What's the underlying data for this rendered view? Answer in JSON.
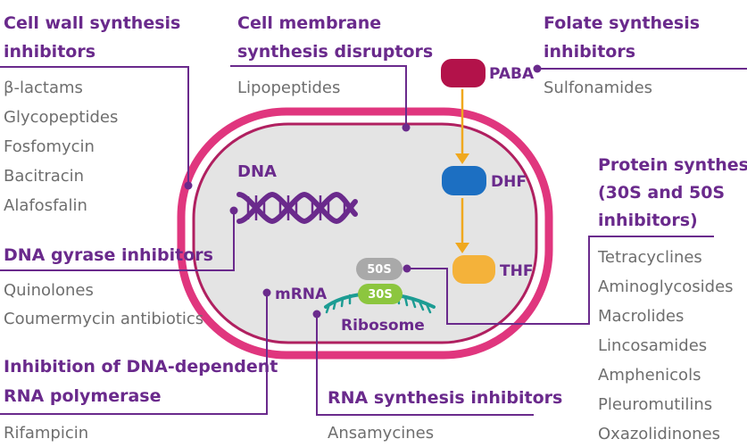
{
  "colors": {
    "purple": "#6a2a8c",
    "gray_text": "#6e6e6e",
    "membrane_outer": "#e0367e",
    "membrane_inner": "#b02060",
    "cytoplasm": "#e4e4e4",
    "paba": "#b3124a",
    "dhf": "#1c6fc2",
    "thf": "#f4b23a",
    "arrow": "#f0a81e",
    "sub50s": "#a9a9a9",
    "sub30s": "#8cc63f",
    "ribosome_teal": "#1c9c93"
  },
  "panels": {
    "cell_wall": {
      "title": [
        "Cell wall synthesis",
        "inhibitors"
      ],
      "items": [
        "β-lactams",
        "Glycopeptides",
        "Fosfomycin",
        "Bacitracin",
        "Alafosfalin"
      ]
    },
    "membrane": {
      "title": [
        "Cell membrane",
        "synthesis disruptors"
      ],
      "items": [
        "Lipopeptides"
      ]
    },
    "folate": {
      "title": [
        "Folate synthesis",
        "inhibitors"
      ],
      "items": [
        "Sulfonamides"
      ]
    },
    "protein": {
      "title": [
        "Protein synthesis",
        "(30S and 50S",
        "inhibitors)"
      ],
      "items": [
        "Tetracyclines",
        "Aminoglycosides",
        "Macrolides",
        "Lincosamides",
        "Amphenicols",
        "Pleuromutilins",
        "Oxazolidinones"
      ]
    },
    "gyrase": {
      "title": [
        "DNA gyrase inhibitors"
      ],
      "items": [
        "Quinolones",
        "Coumermycin antibiotics"
      ]
    },
    "rna_pol": {
      "title": [
        "Inhibition of DNA-dependent",
        "RNA polymerase"
      ],
      "items": [
        "Rifampicin"
      ]
    },
    "rna_syn": {
      "title": [
        "RNA synthesis inhibitors"
      ],
      "items": [
        "Ansamycines"
      ]
    }
  },
  "cell": {
    "dna_label": "DNA",
    "mrna_label": "mRNA",
    "ribosome_label": "Ribosome",
    "sub50s": "50S",
    "sub30s": "30S",
    "paba": "PABA",
    "dhf": "DHF",
    "thf": "THF"
  }
}
